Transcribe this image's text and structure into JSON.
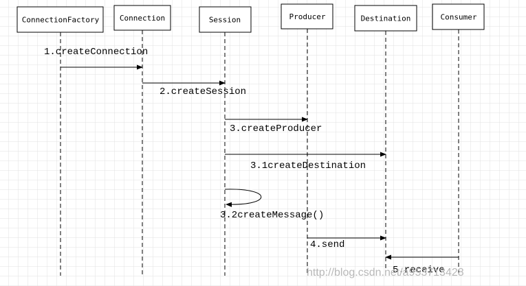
{
  "diagram": {
    "participants": [
      {
        "id": "cf",
        "label": "ConnectionFactory"
      },
      {
        "id": "conn",
        "label": "Connection"
      },
      {
        "id": "sess",
        "label": "Session"
      },
      {
        "id": "prod",
        "label": "Producer"
      },
      {
        "id": "dest",
        "label": "Destination"
      },
      {
        "id": "cons",
        "label": "Consumer"
      }
    ],
    "messages": [
      {
        "from": "cf",
        "to": "conn",
        "label": "1.createConnection"
      },
      {
        "from": "conn",
        "to": "sess",
        "label": "2.createSession"
      },
      {
        "from": "sess",
        "to": "prod",
        "label": "3.createProducer"
      },
      {
        "from": "sess",
        "to": "dest",
        "label": "3.1createDestination"
      },
      {
        "from": "sess",
        "to": "sess",
        "label": "3.2createMessage()"
      },
      {
        "from": "prod",
        "to": "dest",
        "label": "4.send"
      },
      {
        "from": "cons",
        "to": "dest",
        "label": "5.receive"
      }
    ],
    "watermark": "http://blog.csdn.net/a953713428",
    "colors": {
      "background": "#ffffff",
      "grid": "#e2e2e2",
      "line": "#000000",
      "watermark": "#b8b8b8"
    }
  }
}
